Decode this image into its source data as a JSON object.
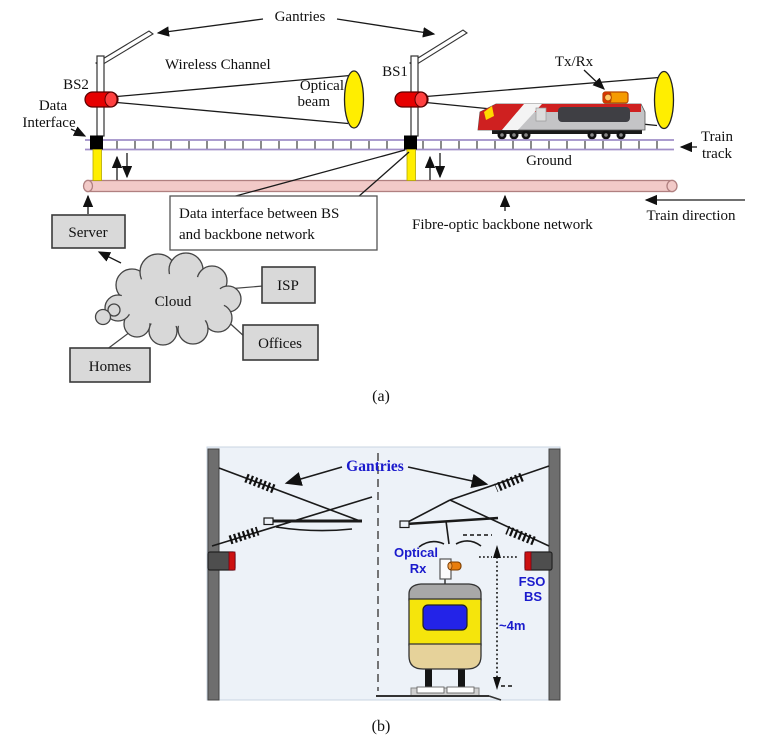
{
  "figure_a": {
    "gantries": "Gantries",
    "wireless_channel": "Wireless Channel",
    "optical_beam": {
      "line1": "Optical",
      "line2": "beam"
    },
    "bs2": "BS2",
    "bs1": "BS1",
    "data_interface": {
      "line1": "Data",
      "line2": "Interface"
    },
    "tx_rx": "Tx/Rx",
    "ground": "Ground",
    "train_track": {
      "line1": "Train",
      "line2": "track"
    },
    "train_direction": "Train direction",
    "fibre_backbone": "Fibre-optic backbone network",
    "callout": {
      "line1": "Data interface between BS",
      "line2": "and backbone network"
    },
    "server": "Server",
    "cloud": "Cloud",
    "isp": "ISP",
    "offices": "Offices",
    "homes": "Homes",
    "caption": "(a)"
  },
  "figure_b": {
    "gantries": "Gantries",
    "optical_rx": {
      "line1": "Optical",
      "line2": "Rx"
    },
    "fso_bs": {
      "line1": "FSO",
      "line2": "BS"
    },
    "height_label": "~4m",
    "caption": "(b)"
  },
  "colors": {
    "bs_red": "#e60000",
    "beam_yellow": "#ffee00",
    "backbone_pink": "#f2cac8",
    "track_purple": "#a18fc8",
    "pole_yellow": "#ffee00",
    "box_grey": "#d9d9d9",
    "panel_blue": "#edf2f8",
    "label_blue": "#1a1acc",
    "train_yellow": "#f5e50c",
    "window_blue": "#2323e8"
  }
}
